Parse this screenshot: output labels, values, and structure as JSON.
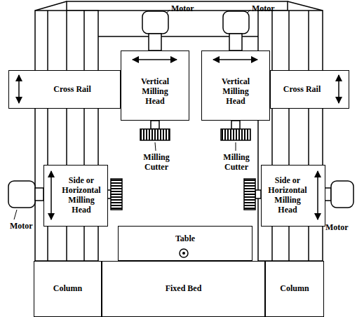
{
  "diagram": {
    "nodes": [
      {
        "text": [
          "Cross Rail"
        ]
      },
      {
        "text": [
          "Vertical Milling Head"
        ]
      },
      {
        "text": [
          "Vertical Milling Head"
        ]
      },
      {
        "text": [
          "Cross Rail"
        ]
      },
      {
        "text": [
          "Side or Horizontal Milling Head"
        ]
      },
      {
        "text": [
          "Side or Horizontal Milling Head"
        ]
      },
      {
        "text": [
          "Table"
        ]
      },
      {
        "text": [
          "Column"
        ]
      },
      {
        "text": [
          "Fixed Bed"
        ]
      },
      {
        "text": [
          "Column"
        ]
      }
    ],
    "labels": [
      "Motor",
      "Motor",
      "Milling Cutter",
      "Milling Cutter",
      "Motor",
      "Motor"
    ]
  }
}
